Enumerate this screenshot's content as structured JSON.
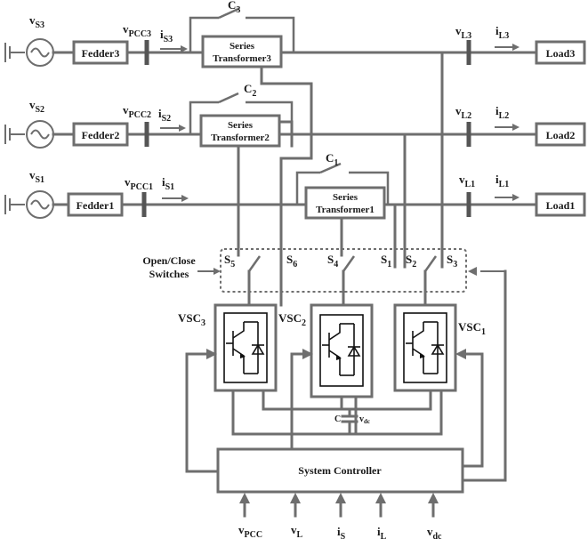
{
  "feeders": {
    "f3": {
      "source": "v",
      "source_sub": "S3",
      "pcc": "v",
      "pcc_sub": "PCC3",
      "current": "i",
      "current_sub": "S3",
      "feeder": "Fedder3",
      "transformer_l1": "Series",
      "transformer_l2": "Transformer3",
      "cap": "C",
      "cap_sub": "3",
      "load_v": "v",
      "load_v_sub": "L3",
      "load_i": "i",
      "load_i_sub": "L3",
      "load": "Load3"
    },
    "f2": {
      "source": "v",
      "source_sub": "S2",
      "pcc": "v",
      "pcc_sub": "PCC2",
      "current": "i",
      "current_sub": "S2",
      "feeder": "Fedder2",
      "transformer_l1": "Series",
      "transformer_l2": "Transformer2",
      "cap": "C",
      "cap_sub": "2",
      "load_v": "v",
      "load_v_sub": "L2",
      "load_i": "i",
      "load_i_sub": "L2",
      "load": "Load2"
    },
    "f1": {
      "source": "v",
      "source_sub": "S1",
      "pcc": "v",
      "pcc_sub": "PCC1",
      "current": "i",
      "current_sub": "S1",
      "feeder": "Fedder1",
      "transformer_l1": "Series",
      "transformer_l2": "Transformer1",
      "cap": "C",
      "cap_sub": "1",
      "load_v": "v",
      "load_v_sub": "L1",
      "load_i": "i",
      "load_i_sub": "L1",
      "load": "Load1"
    }
  },
  "switches": {
    "label_l1": "Open/Close",
    "label_l2": "Switches",
    "s5": {
      "main": "S",
      "sub": "5"
    },
    "s6": {
      "main": "S",
      "sub": "6"
    },
    "s4": {
      "main": "S",
      "sub": "4"
    },
    "s1": {
      "main": "S",
      "sub": "1"
    },
    "s2": {
      "main": "S",
      "sub": "2"
    },
    "s3": {
      "main": "S",
      "sub": "3"
    }
  },
  "converters": {
    "vsc3": {
      "main": "VSC",
      "sub": "3"
    },
    "vsc2": {
      "main": "VSC",
      "sub": "2"
    },
    "vsc1": {
      "main": "VSC",
      "sub": "1"
    },
    "dc_cap": "C",
    "vdc_main": "v",
    "vdc_sub": "dc"
  },
  "controller": {
    "title": "System Controller",
    "inputs": [
      {
        "main": "v",
        "sub": "PCC"
      },
      {
        "main": "v",
        "sub": "L"
      },
      {
        "main": "i",
        "sub": "S"
      },
      {
        "main": "i",
        "sub": "L"
      },
      {
        "main": "v",
        "sub": "dc"
      }
    ]
  },
  "colors": {
    "line": "#6e6e6e",
    "bus": "#555555",
    "text": "#1a1a1a",
    "background": "#ffffff"
  }
}
